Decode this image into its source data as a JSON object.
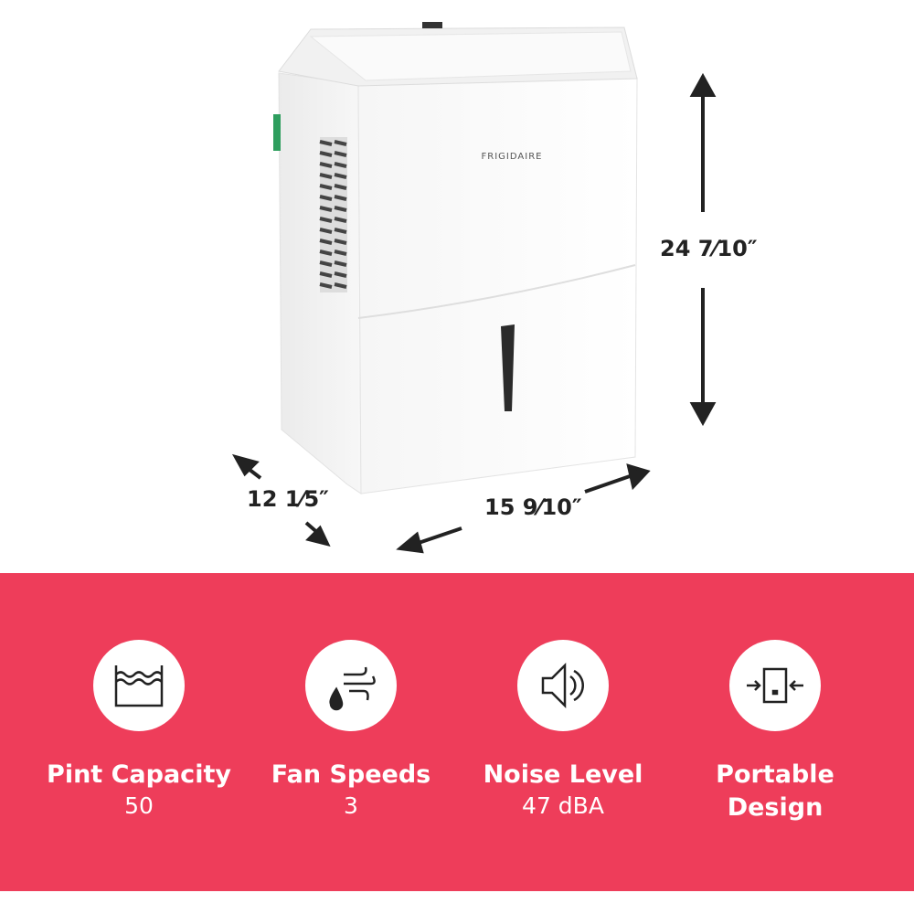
{
  "brand": "FRIGIDAIRE",
  "dimensions": {
    "height": "24 7⁄10″",
    "width": "15 9⁄10″",
    "depth": "12 1⁄5″"
  },
  "colors": {
    "band": "#EE3D5A",
    "icon": "#222222",
    "accent_green": "#2e9e5e"
  },
  "features": [
    {
      "icon": "water-tank-icon",
      "title": "Pint Capacity",
      "value": "50"
    },
    {
      "icon": "fan-wind-droplet-icon",
      "title": "Fan Speeds",
      "value": "3"
    },
    {
      "icon": "speaker-volume-icon",
      "title": "Noise Level",
      "value": "47 dBA"
    },
    {
      "icon": "compact-arrows-icon",
      "title": "Portable",
      "value": "Design"
    }
  ]
}
